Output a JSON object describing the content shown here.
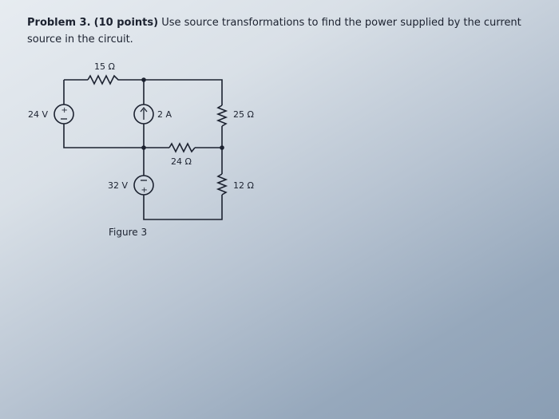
{
  "problem": {
    "heading": "Problem 3.",
    "points": "(10 points)",
    "text_line1": "Use source transformations to find the power supplied by the current",
    "text_line2": "source in the circuit."
  },
  "circuit": {
    "r15_label": "15 Ω",
    "v24_label": "24 V",
    "i2_label": "2 A",
    "r25_label": "25 Ω",
    "r24_label": "24 Ω",
    "v32_label": "32 V",
    "r12_label": "12 Ω",
    "figure_label": "Figure 3"
  }
}
